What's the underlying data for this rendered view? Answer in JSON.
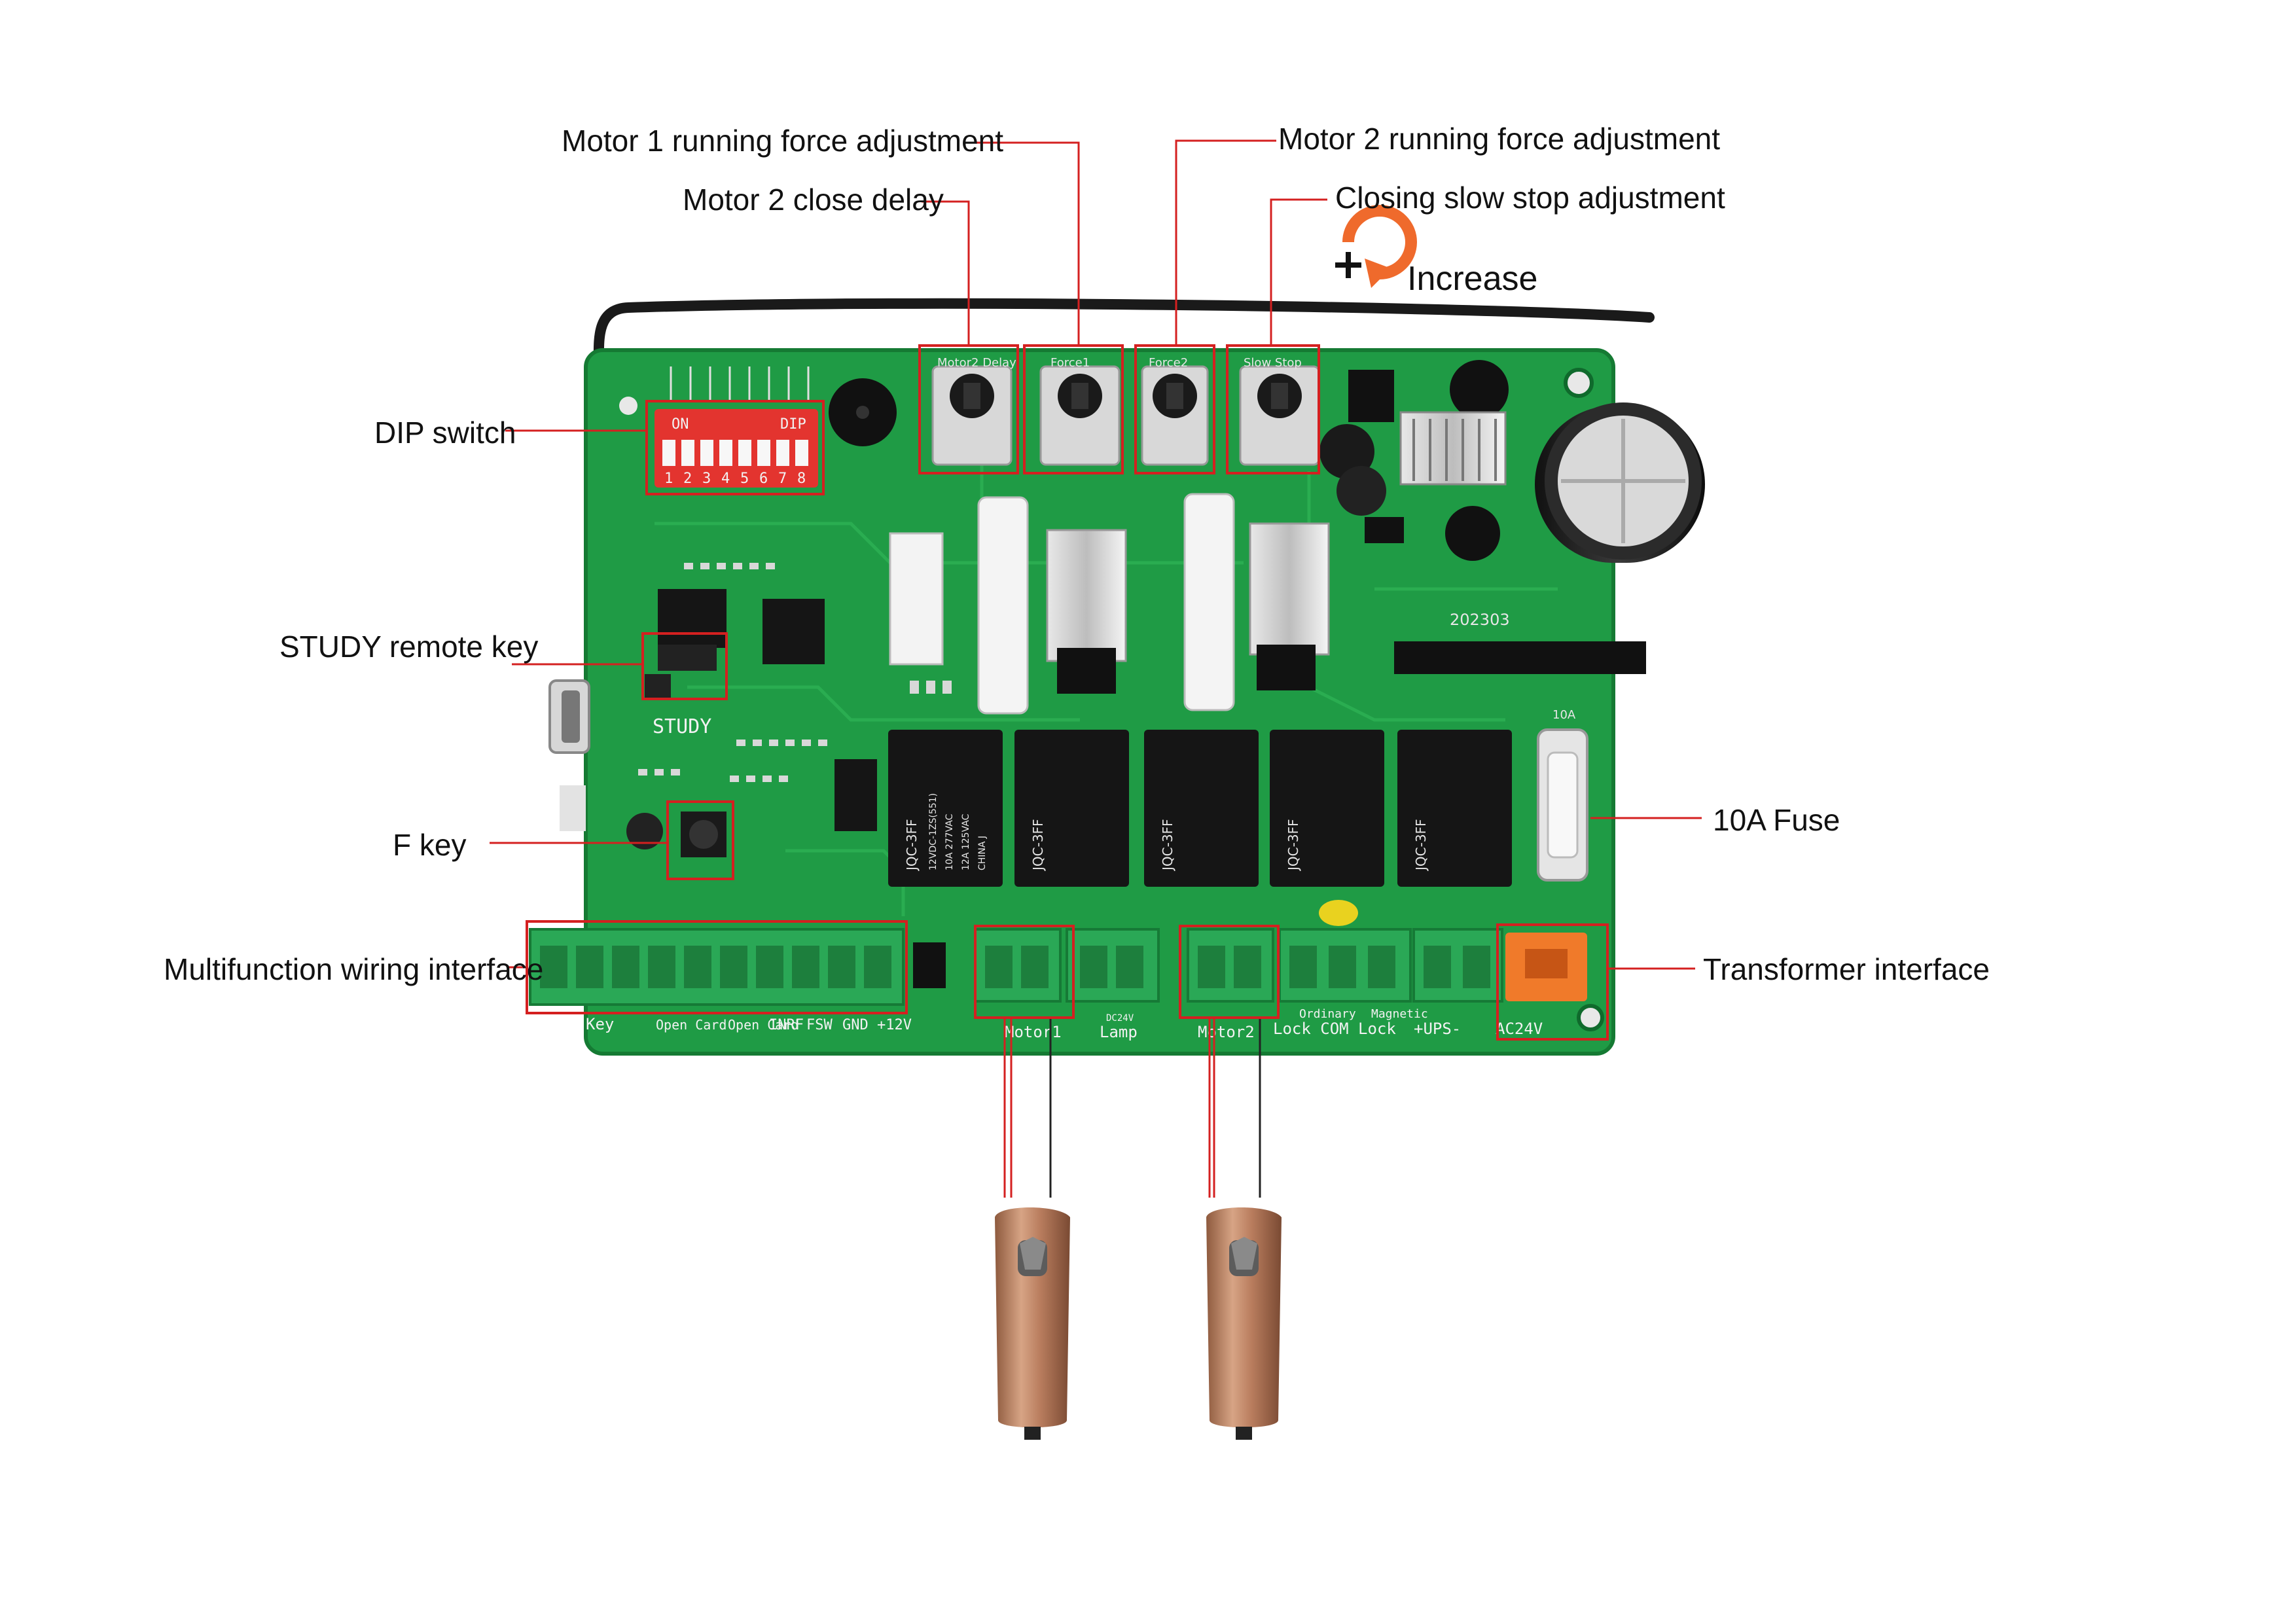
{
  "callouts": {
    "motor1_force": "Motor  1 running force adjustment",
    "motor2_delay": "Motor 2 close delay",
    "motor2_force": "Motor  2  running force adjustment",
    "slow_stop": "Closing  slow stop adjustment",
    "increase": "Increase",
    "dip_switch": "DIP switch",
    "study_key": "STUDY remote key",
    "f_key": "F  key",
    "multifunction": "Multifunction wiring interface",
    "fuse": "10A Fuse",
    "transformer": "Transformer interface"
  },
  "board": {
    "study_label": "STUDY",
    "board_code": "202303",
    "dip_on": "ON",
    "dip_dip": "DIP",
    "dip_numbers": [
      "1",
      "2",
      "3",
      "4",
      "5",
      "6",
      "7",
      "8"
    ],
    "pot_labels": [
      "Motor2 Delay",
      "Force1",
      "Force2",
      "Slow Stop"
    ],
    "relay_text": [
      "JQC-3FF",
      "12VDC-1ZS(551)",
      "10A 277VAC",
      "12A 125VAC",
      "CHINA J"
    ],
    "terminal_labels": [
      "Key",
      "Open Card",
      "Open Card",
      "INRF",
      "FSW",
      "GND",
      "+12V"
    ],
    "motor1": "Motor1",
    "lamp": "Lamp",
    "lamp_sub": "DC24V",
    "motor2": "Motor2",
    "ordinary": "Ordinary",
    "magnetic": "Magnetic",
    "lock_com_lock": "Lock COM Lock",
    "ups": "+UPS-",
    "ac24v": "AC24V",
    "fuse_mark": "10A"
  },
  "colors": {
    "pcb": "#1f9b45",
    "callout_line": "#d42020",
    "highlight_box": "#d42020",
    "terminal": "#2aa856",
    "transformer_plug": "#f07a2a",
    "remote_body": "#b97d5e",
    "increase_arrow": "#ef6a2c"
  }
}
